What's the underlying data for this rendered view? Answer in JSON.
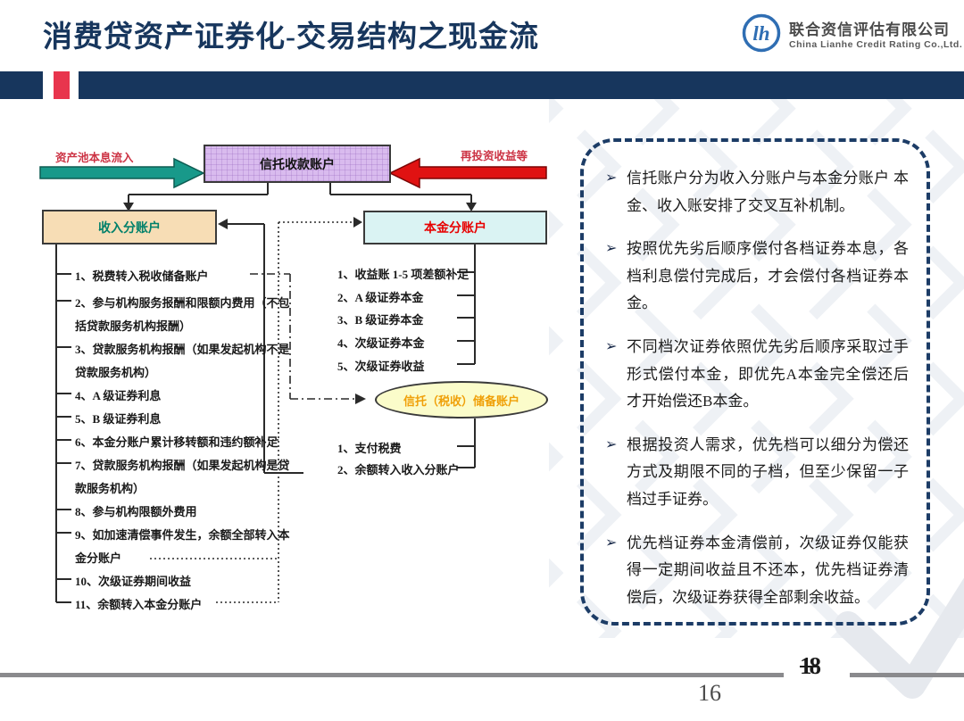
{
  "slide": {
    "title": "消费贷资产证券化-交易结构之现金流",
    "page_number": "16",
    "slide_number": "18"
  },
  "logo": {
    "icon": "lianhe-lh-circle-icon",
    "name_cn": "联合资信评估有限公司",
    "name_en": "China Lianhe Credit Rating Co.,Ltd."
  },
  "colors": {
    "navy": "#17365d",
    "accent_red": "#e8354d",
    "arrow_green": "#18998a",
    "arrow_red": "#e01212",
    "trust_box_fill": "#d9bbee",
    "income_box_fill": "#f7ddb5",
    "income_text": "#00806a",
    "principal_box_fill": "#daf3f3",
    "principal_text": "#e80000",
    "reserve_fill": "#fbfcca",
    "reserve_text": "#f0a009",
    "flow_label_red": "#cc3344"
  },
  "diagram": {
    "inflow_label": "资产池本息流入",
    "reinvest_label": "再投资收益等",
    "trust_box": "信托收款账户",
    "income_box": "收入分账户",
    "principal_box": "本金分账户",
    "reserve_ellipse": "信托（税收）储备账户",
    "income_items": [
      "1、税费转入税收储备账户",
      "2、参与机构服务报酬和限额内费用（不包括贷款服务机构报酬）",
      "3、贷款服务机构报酬（如果发起机构不是贷款服务机构）",
      "4、A 级证券利息",
      "5、B 级证券利息",
      "6、本金分账户累计移转额和违约额补足",
      "7、贷款服务机构报酬（如果发起机构是贷款服务机构）",
      "8、参与机构限额外费用",
      "9、如加速清偿事件发生，余额全部转入本金分账户",
      "10、次级证券期间收益",
      "11、余额转入本金分账户"
    ],
    "principal_items": [
      "1、收益账 1-5 项差额补足",
      "2、A 级证券本金",
      "3、B 级证券本金",
      "4、次级证券本金",
      "5、次级证券收益"
    ],
    "reserve_items": [
      "1、支付税费",
      "2、余额转入收入分账户"
    ]
  },
  "notes": {
    "marker": "➢",
    "bullets": [
      "信托账户分为收入分账户与本金分账户 本金、收入账安排了交叉互补机制。",
      "按照优先劣后顺序偿付各档证券本息，各档利息偿付完成后，才会偿付各档证券本金。",
      "不同档次证券依照优先劣后顺序采取过手形式偿付本金，即优先A本金完全偿还后才开始偿还B本金。",
      "根据投资人需求，优先档可以细分为偿还方式及期限不同的子档，但至少保留一子档过手证券。",
      "优先档证券本金清偿前，次级证券仅能获得一定期间收益且不还本，优先档证券清偿后，次级证券获得全部剩余收益。"
    ]
  }
}
